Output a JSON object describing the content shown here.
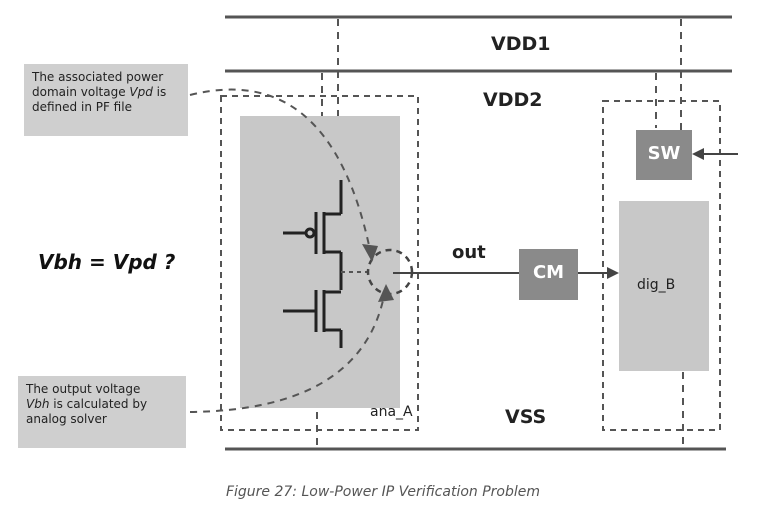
{
  "rails": {
    "vdd1": "VDD1",
    "vdd2": "VDD2",
    "vss": "VSS"
  },
  "blocks": {
    "ana_label": "ana_A",
    "dig_label": "dig_B",
    "sw_label": "SW",
    "cm_label": "CM",
    "out_label": "out"
  },
  "equation": "Vbh = Vpd ?",
  "callouts": {
    "top": {
      "line1": "The associated power",
      "line2_prefix": "domain voltage ",
      "line2_var": "Vpd",
      "line2_suffix": " is",
      "line3": "defined in PF file"
    },
    "bottom": {
      "line1": "The output voltage",
      "line2_var": "Vbh",
      "line2_suffix": " is calculated by",
      "line3": "analog solver"
    }
  },
  "caption": "Figure 27: Low-Power IP Verification Problem",
  "colors": {
    "rail": "#555555",
    "block_light": "#c8c8c8",
    "block_dark": "#8a8a8a",
    "dashed": "#555555"
  }
}
